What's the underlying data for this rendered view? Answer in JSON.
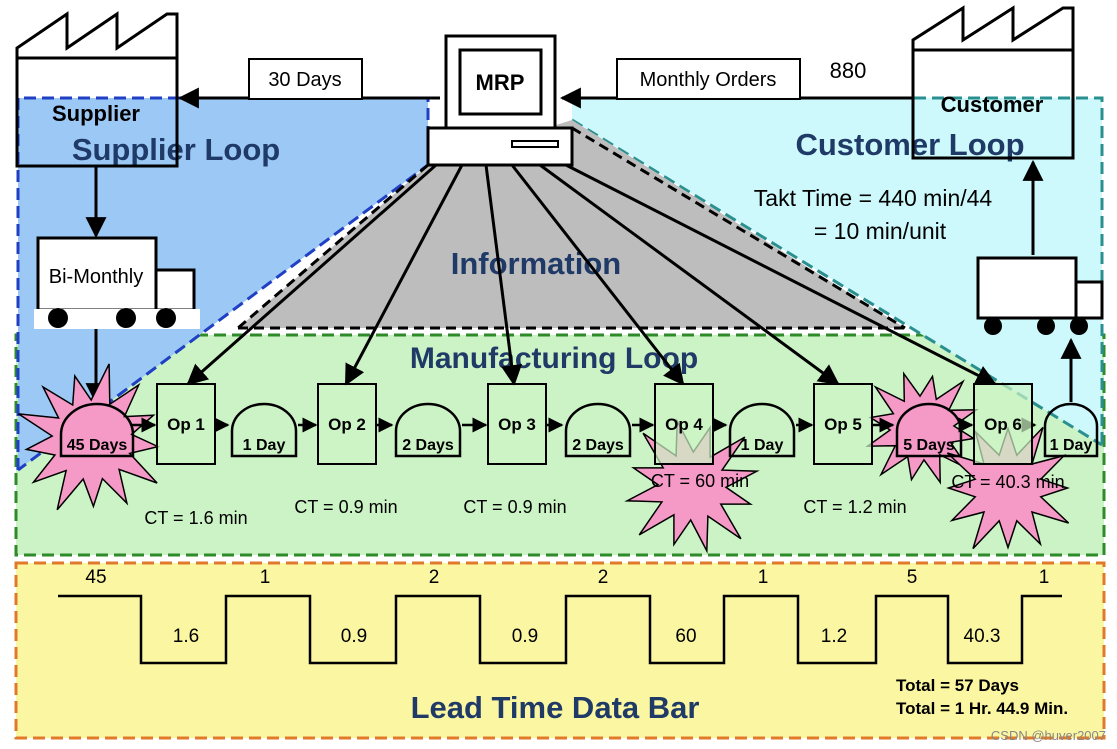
{
  "colors": {
    "supplier_fill": "#9cc8f5",
    "customer_fill": "#cdf9fc",
    "info_fill": "#bdbdbd",
    "manuf_fill": "#ccf3c5",
    "lead_fill": "#fbf6a1",
    "burst_fill": "#f59ac7",
    "loop_text": "#1f3a66",
    "supplier_border": "#1f3fc4",
    "customer_border": "#2a8f8f",
    "manuf_border": "#2f8a2a",
    "lead_border": "#e07a2a"
  },
  "supplier": {
    "label": "Supplier"
  },
  "customer": {
    "label": "Customer",
    "demand": "880"
  },
  "mrp": {
    "label": "MRP"
  },
  "flows": {
    "to_supplier": "30 Days",
    "from_customer": "Monthly Orders"
  },
  "loops": {
    "supplier": "Supplier Loop",
    "customer": "Customer Loop",
    "information": "Information",
    "manufacturing": "Manufacturing Loop",
    "lead": "Lead Time Data Bar"
  },
  "takt": {
    "line1": "Takt Time = 440 min/44",
    "line2": "= 10 min/unit"
  },
  "truck_supplier": {
    "label": "Bi-Monthly"
  },
  "ops": [
    "Op 1",
    "Op 2",
    "Op 3",
    "Op 4",
    "Op 5",
    "Op 6"
  ],
  "inventories": [
    "45 Days",
    "1 Day",
    "2 Days",
    "2 Days",
    "1 Day",
    "5 Days",
    "1 Day"
  ],
  "cycle_times": [
    "CT = 1.6 min",
    "CT = 0.9 min",
    "CT = 0.9 min",
    "CT = 60 min",
    "CT = 1.2 min",
    "CT = 40.3 min"
  ],
  "lead_time": {
    "wait_days": [
      "45",
      "1",
      "2",
      "2",
      "1",
      "5",
      "1"
    ],
    "process_min": [
      "1.6",
      "0.9",
      "0.9",
      "60",
      "1.2",
      "40.3"
    ],
    "total_days": "Total = 57 Days",
    "total_time": "Total = 1 Hr. 44.9 Min."
  },
  "watermark": "CSDN @huver2007"
}
